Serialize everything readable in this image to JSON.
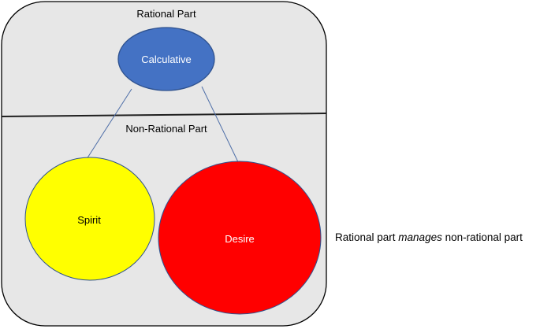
{
  "diagram": {
    "top_region_label": "Rational Part",
    "bottom_region_label": "Non-Rational Part",
    "nodes": {
      "calculative": {
        "label": "Calculative",
        "color": "#4472c4",
        "text_color": "#ffffff"
      },
      "spirit": {
        "label": "Spirit",
        "color": "#ffff00",
        "text_color": "#000000"
      },
      "desire": {
        "label": "Desire",
        "color": "#ff0000",
        "text_color": "#ffffff"
      }
    },
    "panel_fill": "#e7e7e7"
  },
  "note": {
    "prefix": "Rational part ",
    "emphasis": "manages",
    "suffix": " non-rational part"
  }
}
